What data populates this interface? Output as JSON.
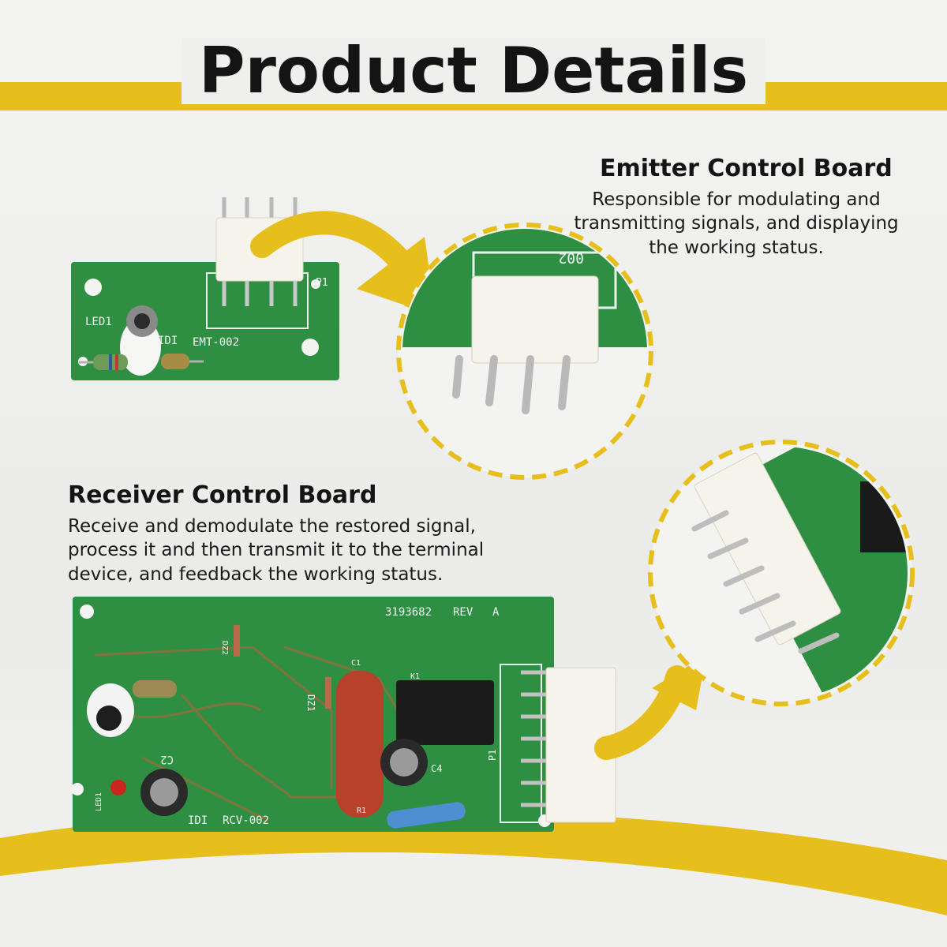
{
  "title": "Product Details",
  "emitter": {
    "heading": "Emitter Control Board",
    "description": "Responsible for modulating and transmitting signals, and displaying the working status.",
    "labels": {
      "led": "LED1",
      "id": "IDI",
      "model": "EMT-002",
      "p1": "P1",
      "zoom": "002"
    }
  },
  "receiver": {
    "heading": "Receiver Control Board",
    "description": "Receive and demodulate the restored signal, process it and then transmit it to the terminal device, and feedback the working status.",
    "labels": {
      "part": "3193682",
      "rev": "REV",
      "rev_letter": "A",
      "model": "RCV-002",
      "id": "IDI",
      "led": "LED1",
      "c1": "C1",
      "c2": "C2",
      "k1": "K1",
      "dz1": "DZ1",
      "dz2": "DZ2",
      "r1": "R1",
      "p1": "P1",
      "c4": "C4"
    }
  },
  "colors": {
    "accent": "#e7bf1c",
    "board": "#2e8f43",
    "trace": "#a36a3a"
  }
}
